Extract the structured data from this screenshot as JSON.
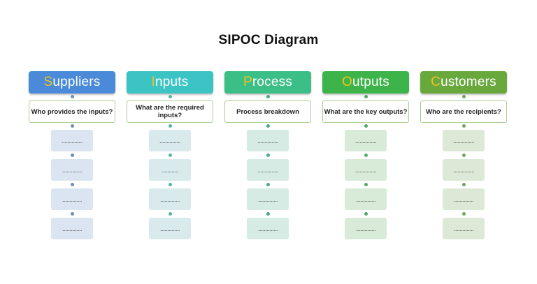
{
  "title": "SIPOC Diagram",
  "columns": [
    {
      "initial": "S",
      "rest": "uppliers",
      "question": "Who provides the inputs?",
      "head_color": "#4a8ad8",
      "box_color": "#dbe5f1",
      "dot_color": "#6d8fb8",
      "items": [
        "...............",
        "..............",
        "..............",
        ".............."
      ]
    },
    {
      "initial": "I",
      "rest": "nputs",
      "question": "What are the required inputs?",
      "head_color": "#3cc4c4",
      "box_color": "#d8eaec",
      "dot_color": "#55b5a8",
      "items": [
        "...............",
        "............",
        "..............",
        ".............."
      ]
    },
    {
      "initial": "P",
      "rest": "rocess",
      "question": "Process breakdown",
      "head_color": "#3cbf86",
      "box_color": "#d6ebe4",
      "dot_color": "#4aaa82",
      "items": [
        "...............",
        "...............",
        "..............",
        ".............."
      ]
    },
    {
      "initial": "O",
      "rest": "utputs",
      "question": "What are the key outputs?",
      "head_color": "#3db44a",
      "box_color": "#d8ebd8",
      "dot_color": "#4fab63",
      "items": [
        "...............",
        "...............",
        "..............",
        ".............."
      ]
    },
    {
      "initial": "C",
      "rest": "ustomers",
      "question": "Who are the recipients?",
      "head_color": "#68a83c",
      "box_color": "#dce9d6",
      "dot_color": "#76a25e",
      "items": [
        "...............",
        "...............",
        "..............",
        ".............."
      ]
    }
  ]
}
